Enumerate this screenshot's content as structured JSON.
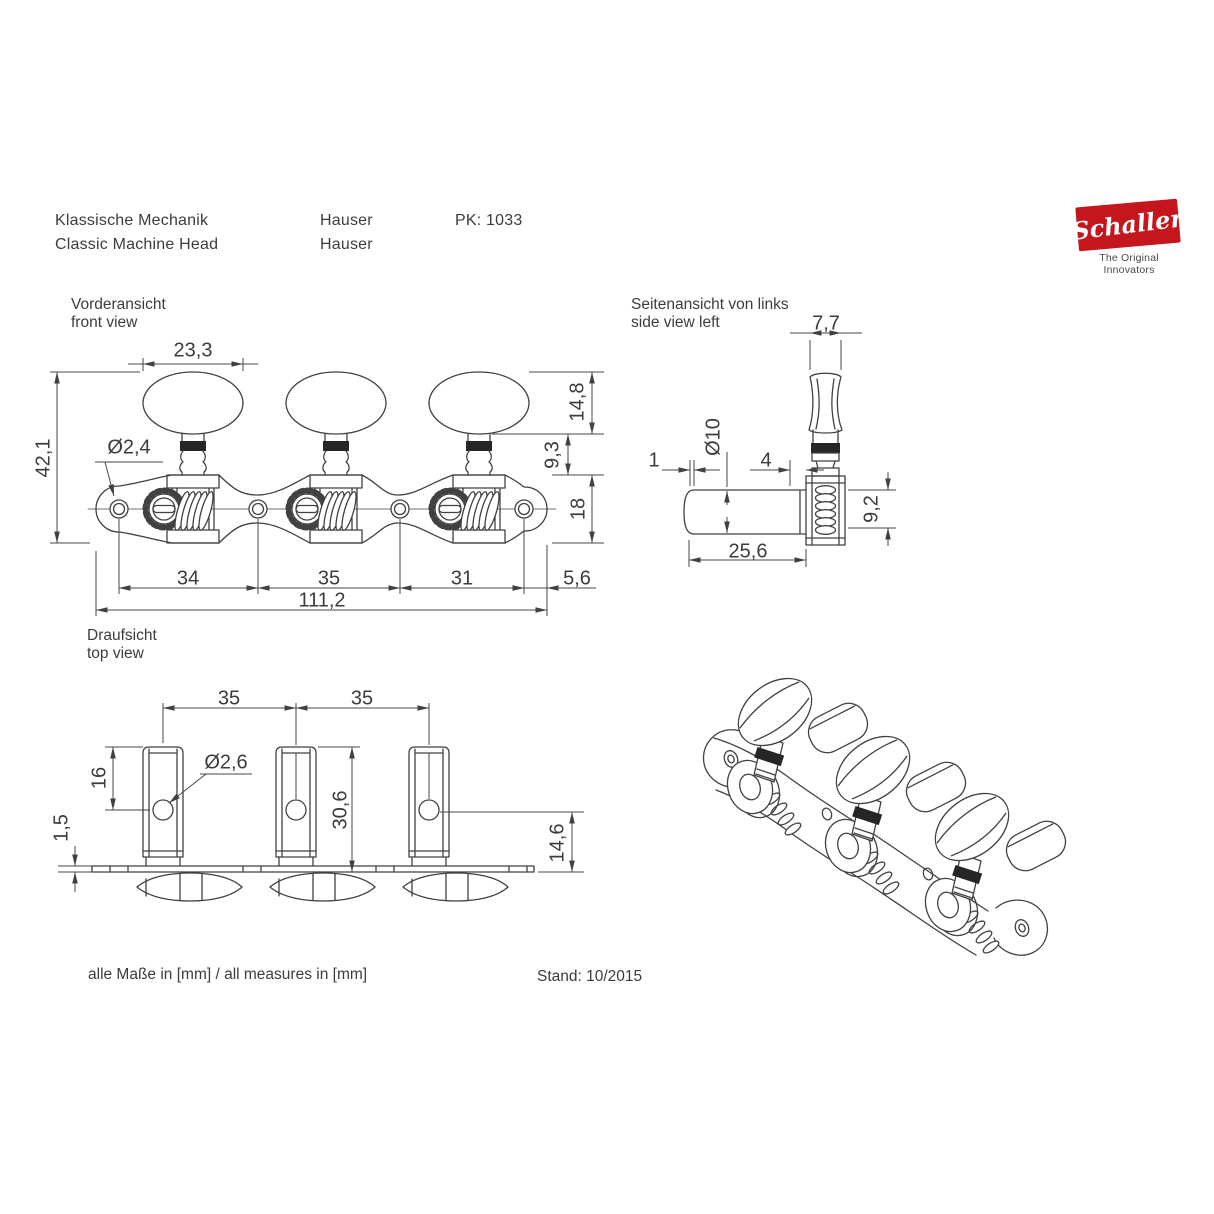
{
  "header": {
    "title_de": "Klassische Mechanik",
    "title_en": "Classic Machine Head",
    "model_de": "Hauser",
    "model_en": "Hauser",
    "part_no": "PK: 1033"
  },
  "logo": {
    "brand": "Schaller",
    "tagline": "The Original Innovators",
    "color": "#c4161c"
  },
  "views": {
    "front": {
      "label_de": "Vorderansicht",
      "label_en": "front view",
      "dims": {
        "knob_width": "23,3",
        "total_height": "42,1",
        "screw_hole_dia": "Ø2,4",
        "button_height": "14,8",
        "shaft_gap": "9,3",
        "plate_height": "18",
        "pitch_1": "34",
        "pitch_2": "35",
        "pitch_3": "31",
        "edge_offset": "5,6",
        "total_length": "111,2"
      }
    },
    "side": {
      "label_de": "Seitenansicht von links",
      "label_en": "side view left",
      "dims": {
        "button_thickness": "7,7",
        "roller_dia": "Ø10",
        "plate_step": "1",
        "roller_offset": "4",
        "roller_length": "25,6",
        "worm_height": "9,2"
      }
    },
    "top": {
      "label_de": "Draufsicht",
      "label_en": "top view",
      "dims": {
        "post_pitch_1": "35",
        "post_pitch_2": "35",
        "post_top_to_hole": "16",
        "string_hole_dia": "Ø2,6",
        "overall_depth": "30,6",
        "plate_thickness": "1,5",
        "button_drop": "14,6"
      }
    }
  },
  "footer": {
    "units_note": "alle Maße in [mm] / all measures in [mm]",
    "revision": "Stand: 10/2015"
  }
}
